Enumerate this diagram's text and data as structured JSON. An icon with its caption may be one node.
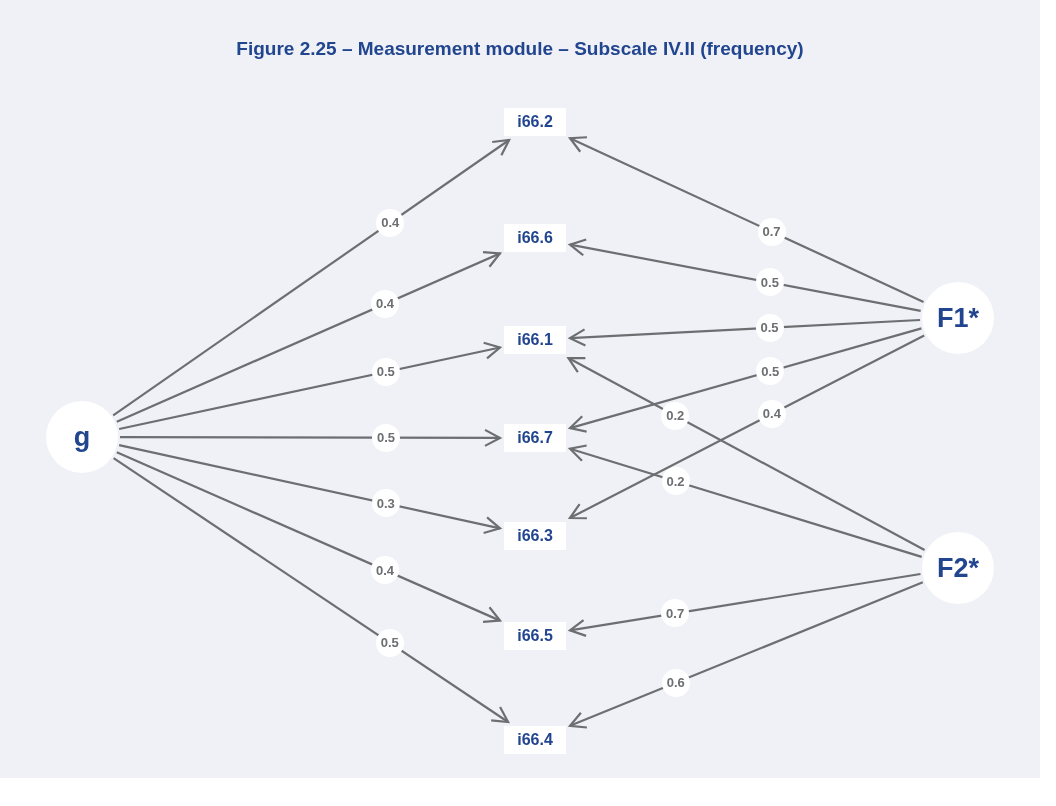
{
  "diagram": {
    "title": "Figure 2.25 – Measurement module – Subscale IV.II (frequency)",
    "nodes": [
      {
        "text": [
          "i66.2"
        ]
      },
      {
        "text": [
          "i66.6"
        ]
      },
      {
        "text": [
          "i66.1"
        ]
      },
      {
        "text": [
          "i66.7"
        ]
      },
      {
        "text": [
          "i66.3"
        ]
      },
      {
        "text": [
          "i66.5"
        ]
      },
      {
        "text": [
          "i66.4"
        ]
      },
      {
        "text": [
          "g"
        ]
      },
      {
        "text": [
          "F1*"
        ]
      },
      {
        "text": [
          "F2*"
        ]
      }
    ],
    "edges": [
      {
        "from": 7,
        "to": 0,
        "arrow": "to",
        "label": "0.4"
      },
      {
        "from": 7,
        "to": 1,
        "arrow": "to",
        "label": "0.4"
      },
      {
        "from": 7,
        "to": 2,
        "arrow": "to",
        "label": "0.5"
      },
      {
        "from": 7,
        "to": 3,
        "arrow": "to",
        "label": "0.5"
      },
      {
        "from": 7,
        "to": 4,
        "arrow": "to",
        "label": "0.3"
      },
      {
        "from": 7,
        "to": 5,
        "arrow": "to",
        "label": "0.4"
      },
      {
        "from": 7,
        "to": 6,
        "arrow": "to",
        "label": "0.5"
      },
      {
        "from": 8,
        "to": 0,
        "arrow": "to",
        "label": "0.7"
      },
      {
        "from": 8,
        "to": 1,
        "arrow": "to",
        "label": "0.5"
      },
      {
        "from": 8,
        "to": 2,
        "arrow": "to",
        "label": "0.5"
      },
      {
        "from": 8,
        "to": 3,
        "arrow": "to",
        "label": "0.5"
      },
      {
        "from": 8,
        "to": 4,
        "arrow": "to",
        "label": "0.4"
      },
      {
        "from": 9,
        "to": 2,
        "arrow": "to",
        "label": "0.2"
      },
      {
        "from": 9,
        "to": 3,
        "arrow": "to",
        "label": "0.2"
      },
      {
        "from": 9,
        "to": 5,
        "arrow": "to",
        "label": "0.7"
      },
      {
        "from": 9,
        "to": 6,
        "arrow": "to",
        "label": "0.6"
      }
    ]
  }
}
